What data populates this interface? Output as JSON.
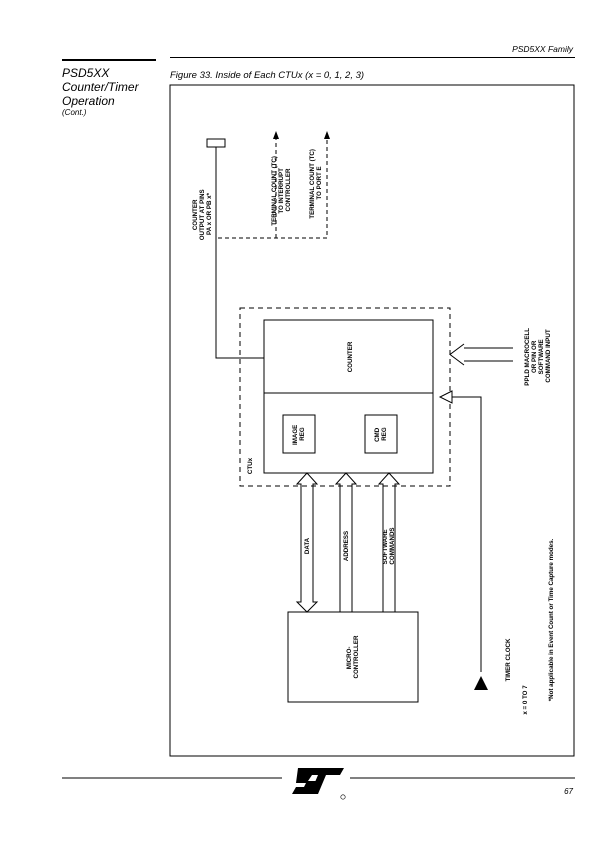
{
  "header": {
    "family": "PSD5XX Family"
  },
  "section": {
    "title_lines": [
      "PSD5XX",
      "Counter/Timer",
      "Operation"
    ],
    "cont": "(Cont.)"
  },
  "figure": {
    "title": "Figure 33.  Inside of Each CTUx (x = 0, 1, 2, 3)",
    "labels": {
      "counter_output": [
        "COUNTER",
        "OUTPUT AT PINS",
        "PA x OR PB x*"
      ],
      "tc_interrupt": [
        "TERMINAL COUNT (TC)",
        "TO INTERRUPT",
        "CONTROLLER"
      ],
      "tc_port": [
        "TERMINAL COUNT (TC)",
        "TO PORT E"
      ],
      "pld_input": [
        "PPLD MACROCELL",
        "OR PIN OR",
        "SOFTWARE",
        "COMMAND INPUT"
      ],
      "counter": "COUNTER",
      "image_reg": [
        "IMAGE",
        "REG"
      ],
      "cmd_reg": [
        "CMD",
        "REG"
      ],
      "ctux": "CTUx",
      "data": "DATA",
      "address": "ADDRESS",
      "software_commands": [
        "SOFTWARE",
        "COMMANDS"
      ],
      "micro": [
        "MICRO-",
        "CONTROLLER"
      ],
      "timer_clock": "TIMER CLOCK",
      "x_range": "x  =  0  TO  7",
      "note": "*Not applicable in Event Count or Time Capture modes."
    }
  },
  "footer": {
    "page": "67"
  }
}
